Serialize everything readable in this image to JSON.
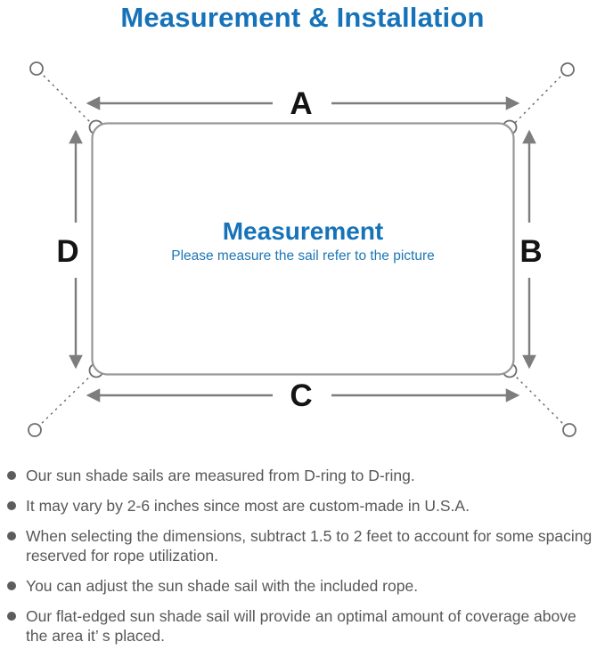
{
  "title": "Measurement & Installation",
  "diagram": {
    "label_top": "A",
    "label_right": "B",
    "label_bottom": "C",
    "label_left": "D",
    "center_title": "Measurement",
    "center_subtitle": "Please measure the sail refer to the picture"
  },
  "notes": [
    "Our sun shade sails are measured from D-ring to D-ring.",
    "It may vary by 2-6 inches since most are custom-made in U.S.A.",
    "When selecting the dimensions, subtract 1.5 to 2 feet to account for some spacing reserved for rope utilization.",
    "You can adjust the sun shade sail with the included rope.",
    "Our flat-edged sun shade sail will provide an optimal amount of coverage above the area it’ s placed."
  ],
  "colors": {
    "accent_blue": "#1673b9",
    "subtitle_blue": "#1d77b5",
    "line_gray": "#979797",
    "arrow_gray": "#7d7d7d",
    "note_text_gray": "#58585a",
    "label_black": "#141414"
  }
}
